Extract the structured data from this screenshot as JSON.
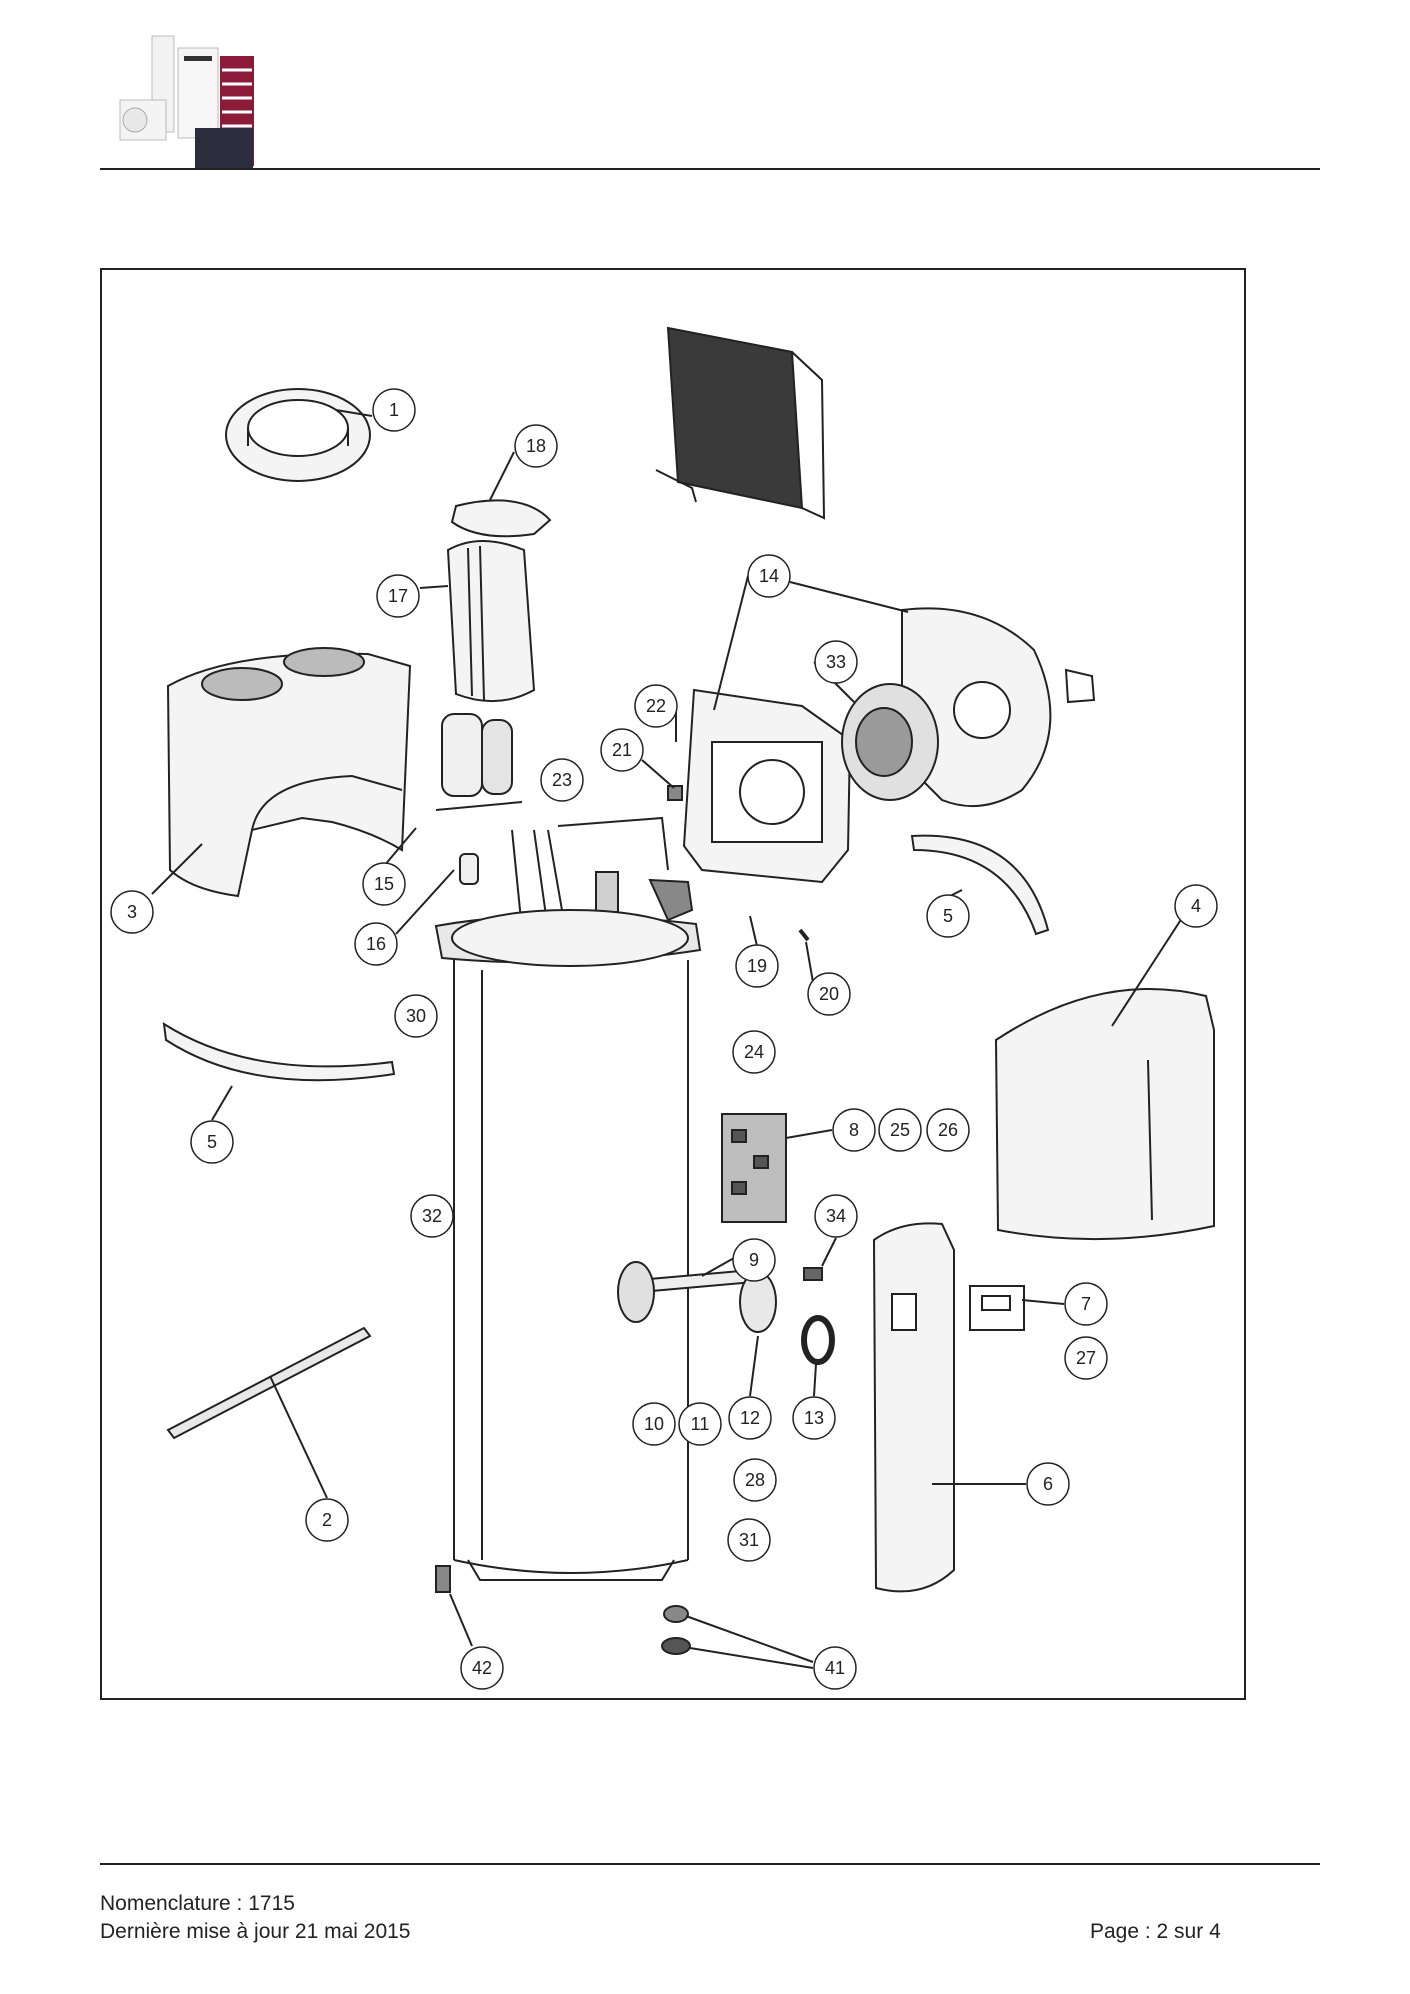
{
  "header": {
    "logo_icon": "product-range-logo"
  },
  "diagram": {
    "callouts": [
      "1",
      "2",
      "3",
      "4",
      "5",
      "5",
      "6",
      "7",
      "8",
      "9",
      "10",
      "11",
      "12",
      "13",
      "14",
      "15",
      "16",
      "17",
      "18",
      "19",
      "20",
      "21",
      "22",
      "23",
      "24",
      "25",
      "26",
      "27",
      "28",
      "30",
      "31",
      "32",
      "33",
      "34",
      "41",
      "42"
    ]
  },
  "footer": {
    "nomenclature": "Nomenclature : 1715",
    "updated": "Dernière mise à jour 21 mai 2015",
    "page": "Page : 2 sur 4"
  },
  "colors": {
    "logo_red": "#8c1b3a",
    "logo_dark": "#2b2d3c",
    "line": "#222222"
  }
}
